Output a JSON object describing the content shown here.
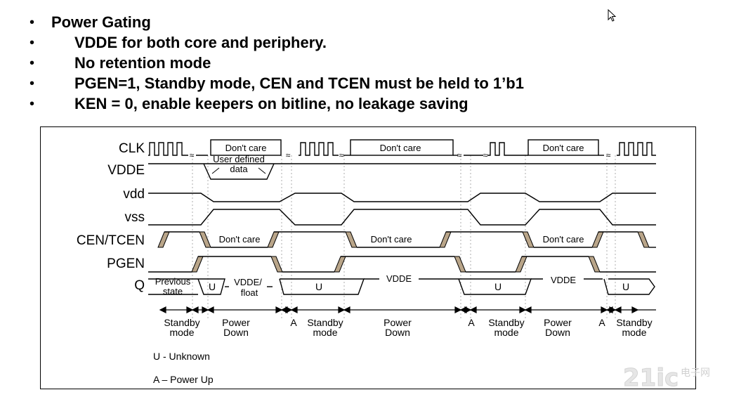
{
  "bullets": [
    {
      "text": "Power Gating",
      "level": 0
    },
    {
      "text": "VDDE for both core and periphery.",
      "level": 1
    },
    {
      "text": "No retention mode",
      "level": 1
    },
    {
      "text": "PGEN=1, Standby mode, CEN and TCEN must be held to 1’b1",
      "level": 1
    },
    {
      "text": "KEN = 0, enable keepers on bitline, no leakage saving",
      "level": 1
    }
  ],
  "bullet_symbol": "•",
  "diagram": {
    "signals": [
      "CLK",
      "VDDE",
      "vdd",
      "vss",
      "CEN/TCEN",
      "PGEN",
      "Q"
    ],
    "dont_care": "Don't care",
    "user_defined_line1": "User defined",
    "user_defined_line2": "data",
    "previous_line1": "Previous",
    "previous_line2": "state",
    "unknown_short": "U",
    "vdde_float_line1": "VDDE/",
    "vdde_float_line2": "float",
    "vdde_label": "VDDE",
    "phases": {
      "standby": "Standby",
      "mode": "mode",
      "power": "Power",
      "down": "Down",
      "a": "A"
    },
    "legend": [
      "U - Unknown",
      "A – Power Up"
    ]
  },
  "watermark": {
    "main": "21ic",
    "sub": "电子网"
  },
  "colors": {
    "transition_fill": "#b9a589",
    "text": "#000000",
    "wave": "#000000"
  }
}
